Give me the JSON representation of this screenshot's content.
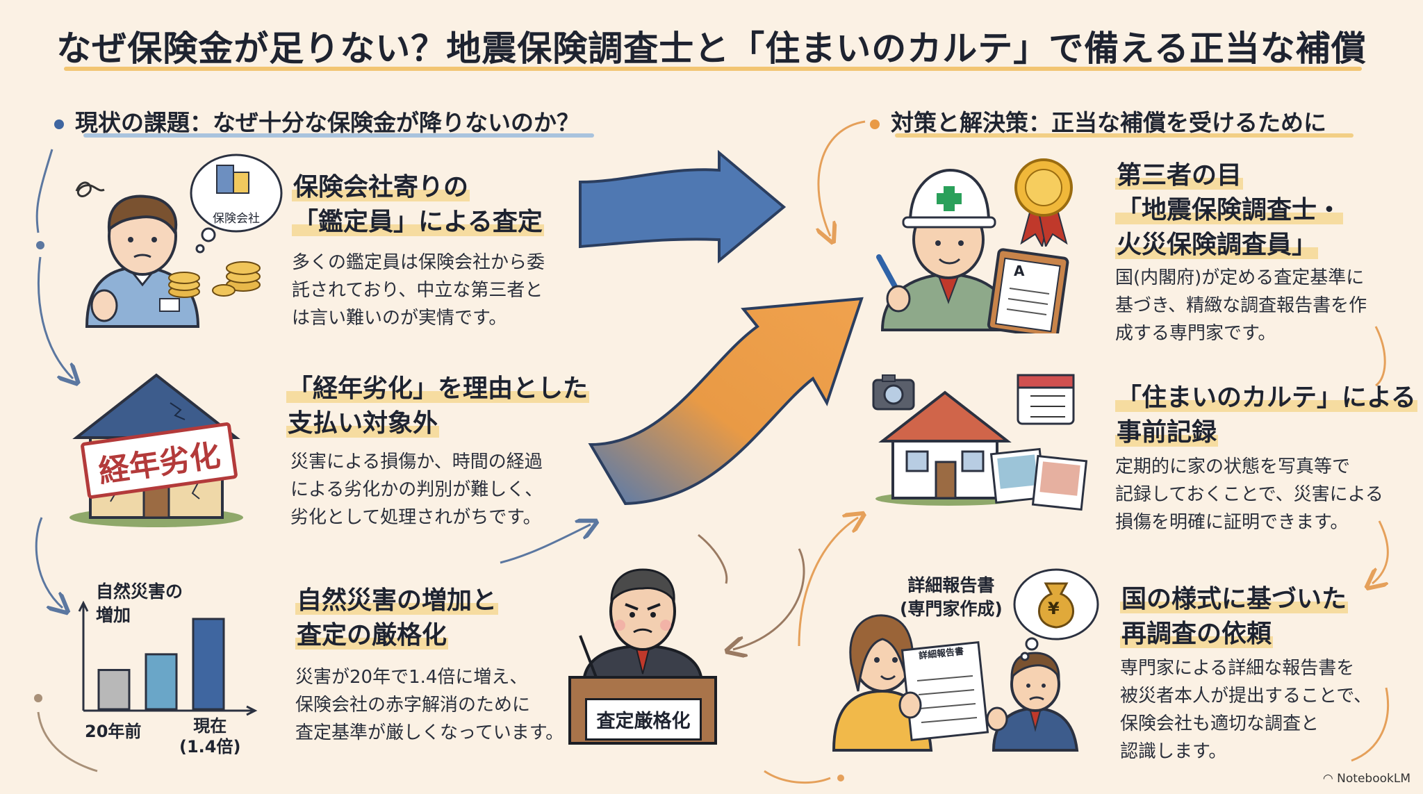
{
  "title": "なぜ保険金が足りない？地震保険調査士と「住まいのカルテ」で備える正当な補償",
  "left": {
    "heading": "現状の課題：なぜ十分な保険金が降りないのか？",
    "items": [
      {
        "title_line1": "保険会社寄りの",
        "title_line2": "「鑑定員」による査定",
        "desc_line1": "多くの鑑定員は保険会社から委",
        "desc_line2": "託されており、中立な第三者と",
        "desc_line3": "は言い難いのが実情です。",
        "bubble_label": "保険会社"
      },
      {
        "title_line1": "「経年劣化」を理由とした",
        "title_line2": "支払い対象外",
        "desc_line1": "災害による損傷か、時間の経過",
        "desc_line2": "による劣化かの判別が難しく、",
        "desc_line3": "劣化として処理されがちです。",
        "stamp_label": "経年劣化"
      },
      {
        "title_line1": "自然災害の増加と",
        "title_line2": "査定の厳格化",
        "desc_line1": "災害が20年で1.4倍に増え、",
        "desc_line2": "保険会社の赤字解消のために",
        "desc_line3": "査定基準が厳しくなっています。",
        "desk_label": "査定厳格化"
      }
    ]
  },
  "chart_data": {
    "type": "bar",
    "title_line1": "自然災害の",
    "title_line2": "増加",
    "categories_label_left": "20年前",
    "categories_label_right_line1": "現在",
    "categories_label_right_line2": "(1.4倍)",
    "values": [
      1.0,
      1.4,
      2.3
    ],
    "colors": [
      "#b8b8b8",
      "#6aa6c8",
      "#3f66a0"
    ]
  },
  "right": {
    "heading": "対策と解決策：正当な補償を受けるために",
    "items": [
      {
        "title_line1": "第三者の目",
        "title_line2": "「地震保険調査士・",
        "title_line3": "火災保険調査員」",
        "desc_line1": "国(内閣府)が定める査定基準に",
        "desc_line2": "基づき、精緻な調査報告書を作",
        "desc_line3": "成する専門家です。",
        "clipboard_mark": "A"
      },
      {
        "title_line1": "「住まいのカルテ」による",
        "title_line2": "事前記録",
        "desc_line1": "定期的に家の状態を写真等で",
        "desc_line2": "記録しておくことで、災害による",
        "desc_line3": "損傷を明確に証明できます。"
      },
      {
        "title_line1": "国の様式に基づいた",
        "title_line2": "再調査の依頼",
        "desc_line1": "専門家による詳細な報告書を",
        "desc_line2": "被災者本人が提出することで、",
        "desc_line3": "保険会社も適切な調査と",
        "desc_line4": "認識します。",
        "report_label_line1": "詳細報告書",
        "report_label_line2": "(専門家作成)",
        "report_doc_title": "詳細報告書",
        "yen_symbol": "¥"
      }
    ]
  },
  "footer": {
    "brand": "NotebookLM"
  },
  "colors": {
    "accent_blue": "#3f66a0",
    "accent_orange": "#e99a45",
    "highlight": "#f6dca0",
    "bg": "#fbf1e4"
  }
}
